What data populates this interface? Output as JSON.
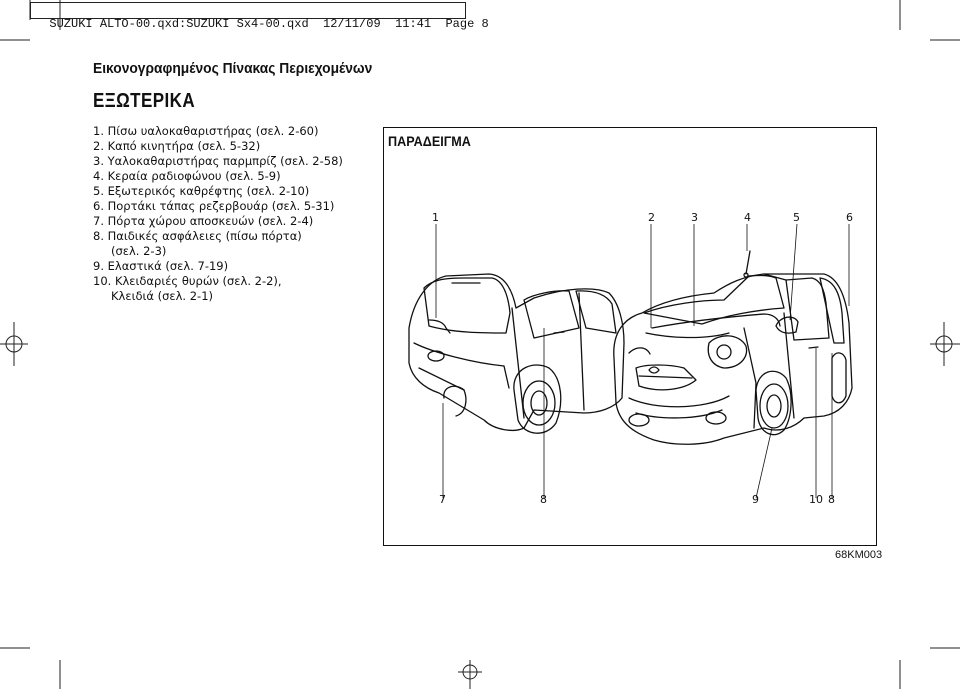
{
  "header": {
    "text": "SUZUKI ALTO-00.qxd:SUZUKI Sx4-00.qxd  12/11/09  11:41  Page 8"
  },
  "section_title": "Εικονογραφημένος Πίνακας Περιεχομένων",
  "heading": "ΕΞΩΤΕΡΙΚΑ",
  "items": [
    "1. Πίσω υαλοκαθαριστήρας (σελ. 2-60)",
    "2. Καπό κινητήρα (σελ. 5-32)",
    "3. Υαλοκαθαριστήρας παρμπρίζ (σελ. 2-58)",
    "4. Κεραία ραδιοφώνου (σελ. 5-9)",
    "5. Εξωτερικός καθρέφτης (σελ. 2-10)",
    "6. Πορτάκι τάπας ρεζερβουάρ (σελ. 5-31)",
    "7. Πόρτα χώρου αποσκευών (σελ. 2-4)",
    "8. Παιδικές ασφάλειες (πίσω πόρτα)",
    "(σελ. 2-3)",
    "9. Ελαστικά (σελ. 7-19)",
    "10. Κλειδαριές θυρών (σελ. 2-2),",
    "Κλειδιά (σελ. 2-1)"
  ],
  "illustration": {
    "title": "ΠΑΡΑΔΕΙΓΜΑ",
    "top_callouts": [
      "1",
      "2",
      "3",
      "4",
      "5",
      "6"
    ],
    "bottom_callouts": [
      "7",
      "8",
      "9",
      "10",
      "8"
    ],
    "code": "68KM003"
  }
}
